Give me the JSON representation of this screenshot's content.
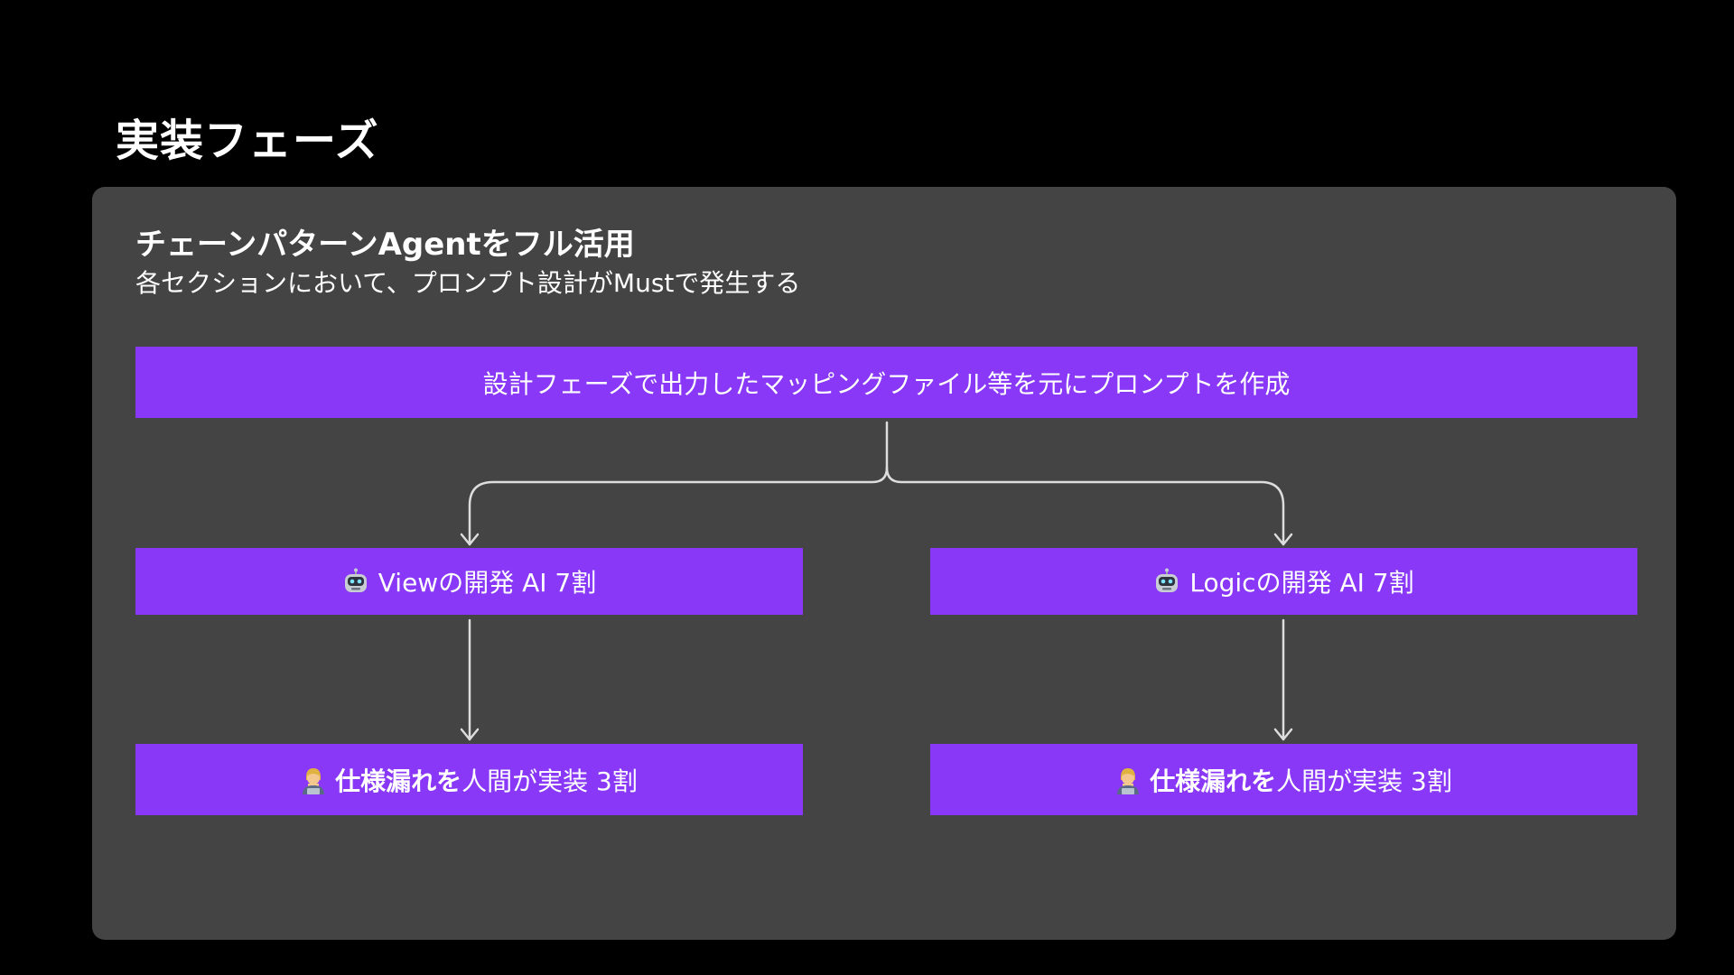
{
  "page_title": "実装フェーズ",
  "panel": {
    "heading": "チェーンパターンAgentをフル活用",
    "subheading": "各セクションにおいて、プロンプト設計がMustで発生する"
  },
  "flow": {
    "top_box": "設計フェーズで出力したマッピングファイル等を元にプロンプトを作成",
    "view_box": {
      "icon": "robot-icon",
      "label": "Viewの開発 AI 7割"
    },
    "logic_box": {
      "icon": "robot-icon",
      "label": "Logicの開発 AI 7割"
    },
    "human_left_box": {
      "icon": "person-icon",
      "bold": "仕様漏れを",
      "rest": "人間が実装 3割"
    },
    "human_right_box": {
      "icon": "person-icon",
      "bold": "仕様漏れを",
      "rest": "人間が実装 3割"
    }
  },
  "colors": {
    "background": "#000000",
    "panel": "#444444",
    "box": "#8838f6",
    "connector": "#dddddd",
    "text": "#ffffff"
  }
}
